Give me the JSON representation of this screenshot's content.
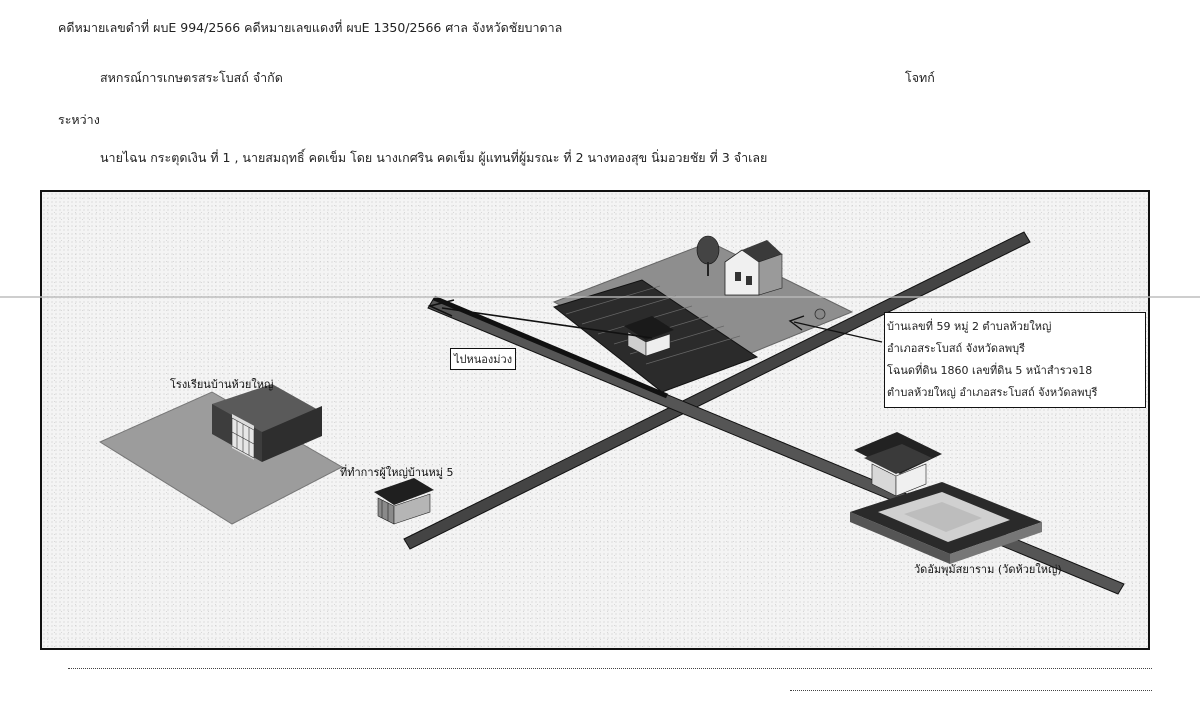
{
  "header": {
    "case_line": "คดีหมายเลขดำที่  ผบE 994/2566  คดีหมายเลขแดงที่  ผบE 1350/2566  ศาล  จังหวัดชัยบาดาล",
    "plaintiff": "สหกรณ์การเกษตรสระโบสถ์  จำกัด",
    "plaintiff_role": "โจทก์",
    "between": "ระหว่าง",
    "defendants": "นายไฉน กระตุดเงิน ที่ 1 , นายสมฤทธิ์  คดเข็ม โดย นางเกศริน คดเข็ม ผู้แทนที่ผู้มรณะ ที่ 2 นางทองสุข นิ่มอวยชัย ที่  3    จำเลย"
  },
  "map": {
    "school_label": "โรงเรียนบ้านห้วยใหญ่",
    "headman_office_label": "ที่ทำการผู้ใหญ่บ้านหมู่ 5",
    "temple_label": "วัดอัมพุมัสยาราม (วัดห้วยใหญ่)",
    "direction_sign": "ไปหนองม่วง",
    "property_info": [
      "บ้านเลขที่ 59 หมู่ 2 ตำบลห้วยใหญ่",
      "อำเภอสระโบสถ์ จังหวัดลพบุรี",
      "โฉนดที่ดิน 1860 เลขที่ดิน 5 หน้าสำรวจ18",
      "ตำบลห้วยใหญ่ อำเภอสระโบสถ์ จังหวัดลพบุรี"
    ]
  }
}
